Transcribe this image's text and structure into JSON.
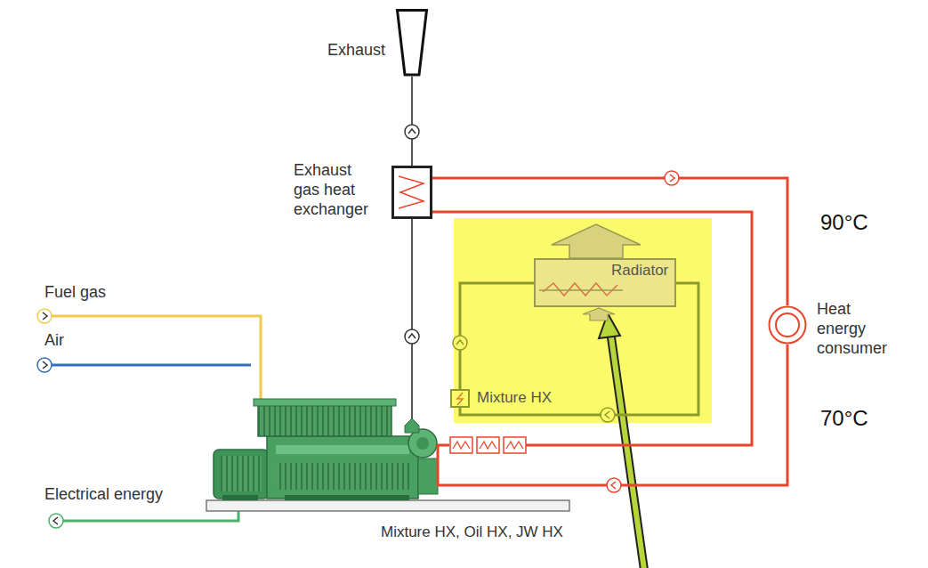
{
  "diagram": {
    "nodes": [
      {
        "text": [
          "Exhaust"
        ]
      },
      {
        "text": [
          "Exhaust gas heat exchanger"
        ]
      },
      {
        "text": [
          "Radiator"
        ]
      },
      {
        "text": [
          "Mixture HX"
        ]
      },
      {
        "text": [
          "Heat energy consumer"
        ]
      },
      {
        "text": [
          "Mixture HX, Oil HX, JW HX"
        ]
      }
    ],
    "edges": [
      {
        "from": 1,
        "to": 0,
        "arrow": "none"
      },
      {
        "from": 1,
        "to": 4,
        "arrow": "none"
      },
      {
        "from": 4,
        "to": 5,
        "arrow": "none"
      },
      {
        "from": 5,
        "to": 1,
        "arrow": "none"
      },
      {
        "from": 2,
        "to": 3,
        "arrow": "none"
      },
      {
        "from": 3,
        "to": 2,
        "arrow": "none"
      }
    ],
    "labels": [
      "90°C",
      "70°C",
      "Fuel gas",
      "Air",
      "Electrical energy"
    ]
  }
}
